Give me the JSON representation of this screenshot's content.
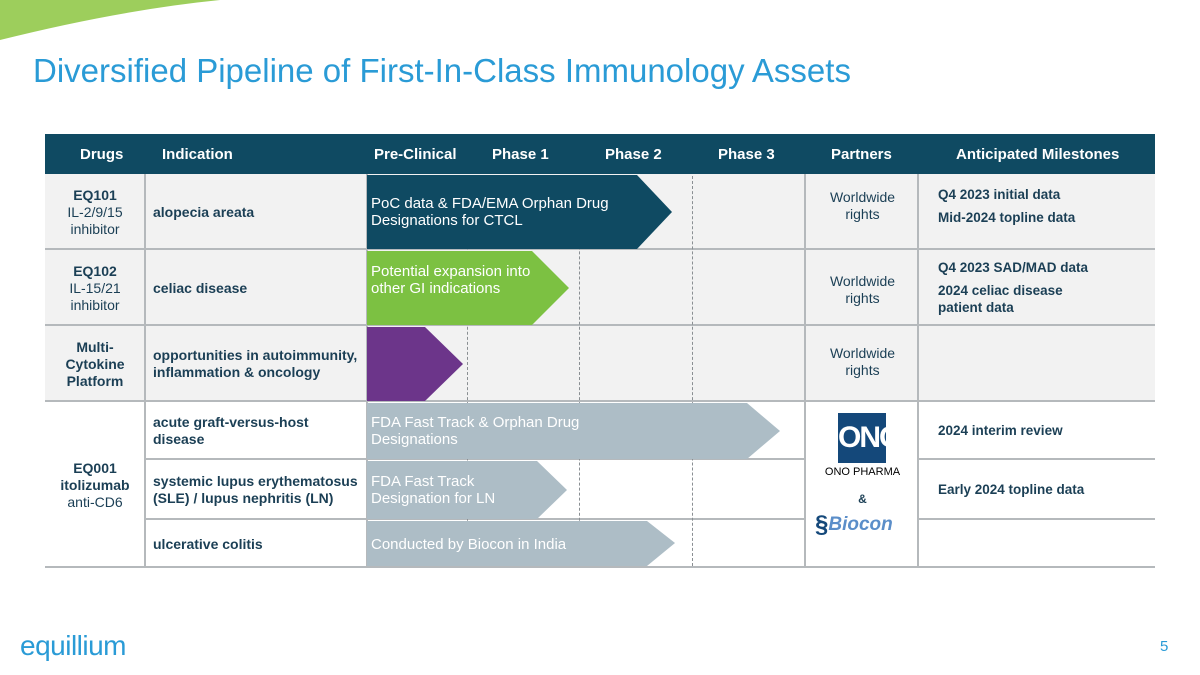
{
  "title": "Diversified Pipeline of First-In-Class Immunology Assets",
  "headers": [
    "Drugs",
    "Indication",
    "Pre-Clinical",
    "Phase 1",
    "Phase 2",
    "Phase 3",
    "Partners",
    "Anticipated Milestones"
  ],
  "rows": [
    {
      "drug_name": "EQ101",
      "drug_desc1": "IL-2/9/15",
      "drug_desc2": "inhibitor",
      "indication": "alopecia areata",
      "bar_text": "PoC data & FDA/EMA Orphan Drug Designations for CTCL",
      "partner": "Worldwide rights",
      "milestones": [
        "Q4 2023 initial data",
        "Mid-2024 topline data"
      ],
      "progress_phase": "Phase 2",
      "bar_color": "#0f4a62"
    },
    {
      "drug_name": "EQ102",
      "drug_desc1": "IL-15/21",
      "drug_desc2": "inhibitor",
      "indication": "celiac disease",
      "bar_text": "Potential expansion into other GI indications",
      "partner": "Worldwide rights",
      "milestones": [
        "Q4 2023 SAD/MAD data",
        "2024 celiac disease patient data"
      ],
      "progress_phase": "Phase 1",
      "bar_color": "#7cc142"
    },
    {
      "drug_name": "Multi-Cytokine Platform",
      "indication": "opportunities in autoimmunity, inflammation & oncology",
      "bar_text": "",
      "partner": "Worldwide rights",
      "milestones": [],
      "progress_phase": "Pre-Clinical",
      "bar_color": "#6c358a"
    },
    {
      "indication": "acute graft-versus-host disease",
      "bar_text": "FDA Fast Track & Orphan Drug Designations",
      "milestones": [
        "2024 interim review"
      ],
      "progress_phase": "Phase 3",
      "bar_color": "#adbdc6"
    },
    {
      "indication": "systemic lupus erythematosus (SLE) / lupus nephritis (LN)",
      "bar_text": "FDA Fast Track Designation for LN",
      "milestones": [
        "Early 2024 topline data"
      ],
      "progress_phase": "Phase 1",
      "bar_color": "#adbdc6"
    },
    {
      "indication": "ulcerative colitis",
      "bar_text": "Conducted by Biocon in India",
      "milestones": [],
      "progress_phase": "Phase 2",
      "bar_color": "#adbdc6"
    }
  ],
  "eq001": {
    "name": "EQ001",
    "name2": "itolizumab",
    "desc": "anti-CD6",
    "partner_amp": "&",
    "ono_logo": "ONO",
    "ono_text": "ONO PHARMA",
    "biocon": "Biocon"
  },
  "footer": {
    "logo": "equillium",
    "page": "5"
  }
}
